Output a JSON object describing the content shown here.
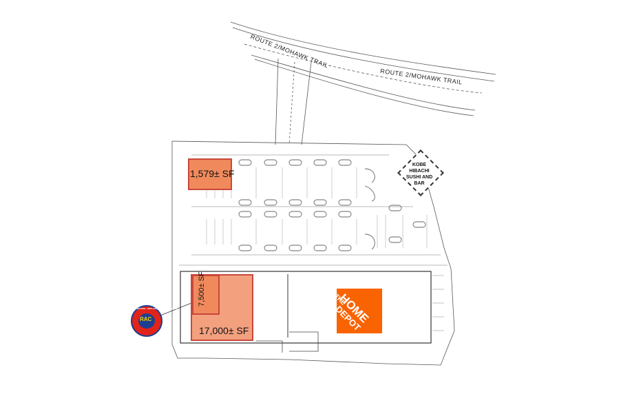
{
  "roads": {
    "upper_label": "ROUTE 2/MOHAWK TRAIL",
    "lower_label": "ROUTE 2/MOHAWK TRAIL"
  },
  "units": {
    "outparcel": "1,579± SF",
    "small_space": "7,500± SF",
    "large_space": "17,000± SF"
  },
  "tenants": {
    "anchor_line1": "THE",
    "anchor_line2": "HOME",
    "anchor_line3": "DEPOT",
    "restaurant": "KOBE HIBACHI SUSHI AND BAR",
    "logo_abbrev": "RAC",
    "logo_ring_text": "FURNITURE · APPLIANCES · ELECTRONICS"
  },
  "colors": {
    "unit_fill": "#f08a5d",
    "unit_fill_light": "#f3a07e",
    "unit_border": "#c9473a",
    "home_depot_orange": "#f96302",
    "rac_red": "#e2231a",
    "rac_blue": "#1d3f91",
    "rac_yellow": "#fcd200"
  }
}
